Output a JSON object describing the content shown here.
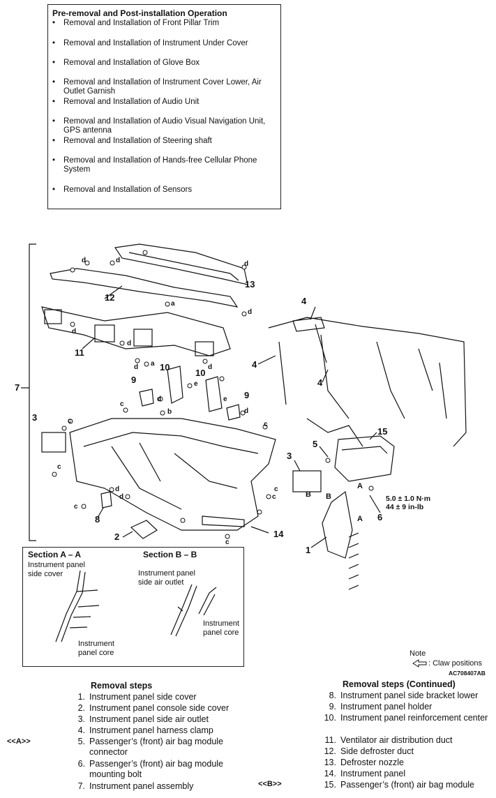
{
  "pre": {
    "title": "Pre-removal and Post-installation Operation",
    "items": [
      "Removal and Installation of Front Pillar Trim",
      "Removal and Installation of Instrument Under Cover",
      "Removal and Installation of Glove Box",
      "Removal and Installation of Instrument Cover Lower, Air Outlet Garnish",
      "Removal and Installation of Audio Unit",
      "Removal and Installation of Audio Visual Navigation Unit, GPS antenna",
      "Removal and Installation of Steering shaft",
      "Removal and Installation of Hands-free Cellular Phone System",
      "Removal and Installation of Sensors"
    ]
  },
  "diagram": {
    "callouts": [
      "1",
      "2",
      "3",
      "3",
      "4",
      "4",
      "4",
      "5",
      "6",
      "7",
      "8",
      "9",
      "9",
      "10",
      "10",
      "11",
      "12",
      "13",
      "14",
      "15"
    ],
    "letters": [
      "a",
      "a",
      "b",
      "c",
      "d",
      "e"
    ],
    "section_marks": [
      "A",
      "A",
      "B",
      "B"
    ],
    "torque_nm": "5.0 ± 1.0 N·m",
    "torque_inlb": "44 ± 9 in-lb"
  },
  "section": {
    "a_title": "Section A – A",
    "b_title": "Section B – B",
    "a_label_1": "Instrument panel side cover",
    "a_label_2": "Instrument panel core",
    "b_label_1": "Instrument panel side air outlet",
    "b_label_2": "Instrument panel core"
  },
  "note": {
    "title": "Note",
    "claw": ": Claw positions",
    "code": "AC708407AB"
  },
  "steps": {
    "left_head": "Removal steps",
    "right_head": "Removal steps (Continued)",
    "tag_a": "<<A>>",
    "tag_b": "<<B>>",
    "left": [
      {
        "n": "1.",
        "t": "Instrument panel side cover"
      },
      {
        "n": "2.",
        "t": "Instrument panel console side cover"
      },
      {
        "n": "3.",
        "t": "Instrument panel side air outlet"
      },
      {
        "n": "4.",
        "t": "Instrument panel harness clamp"
      },
      {
        "n": "5.",
        "t": "Passenger’s (front) air bag module connector"
      },
      {
        "n": "6.",
        "t": "Passenger’s (front) air bag module mounting bolt"
      },
      {
        "n": "7.",
        "t": "Instrument panel assembly"
      }
    ],
    "right": [
      {
        "n": "8.",
        "t": "Instrument panel side bracket lower"
      },
      {
        "n": "9.",
        "t": "Instrument panel holder"
      },
      {
        "n": "10.",
        "t": "Instrument panel reinforcement center"
      },
      {
        "n": "11.",
        "t": "Ventilator air distribution duct"
      },
      {
        "n": "12.",
        "t": "Side defroster duct"
      },
      {
        "n": "13.",
        "t": "Defroster nozzle"
      },
      {
        "n": "14.",
        "t": "Instrument panel"
      },
      {
        "n": "15.",
        "t": "Passenger’s (front) air bag module"
      }
    ]
  }
}
